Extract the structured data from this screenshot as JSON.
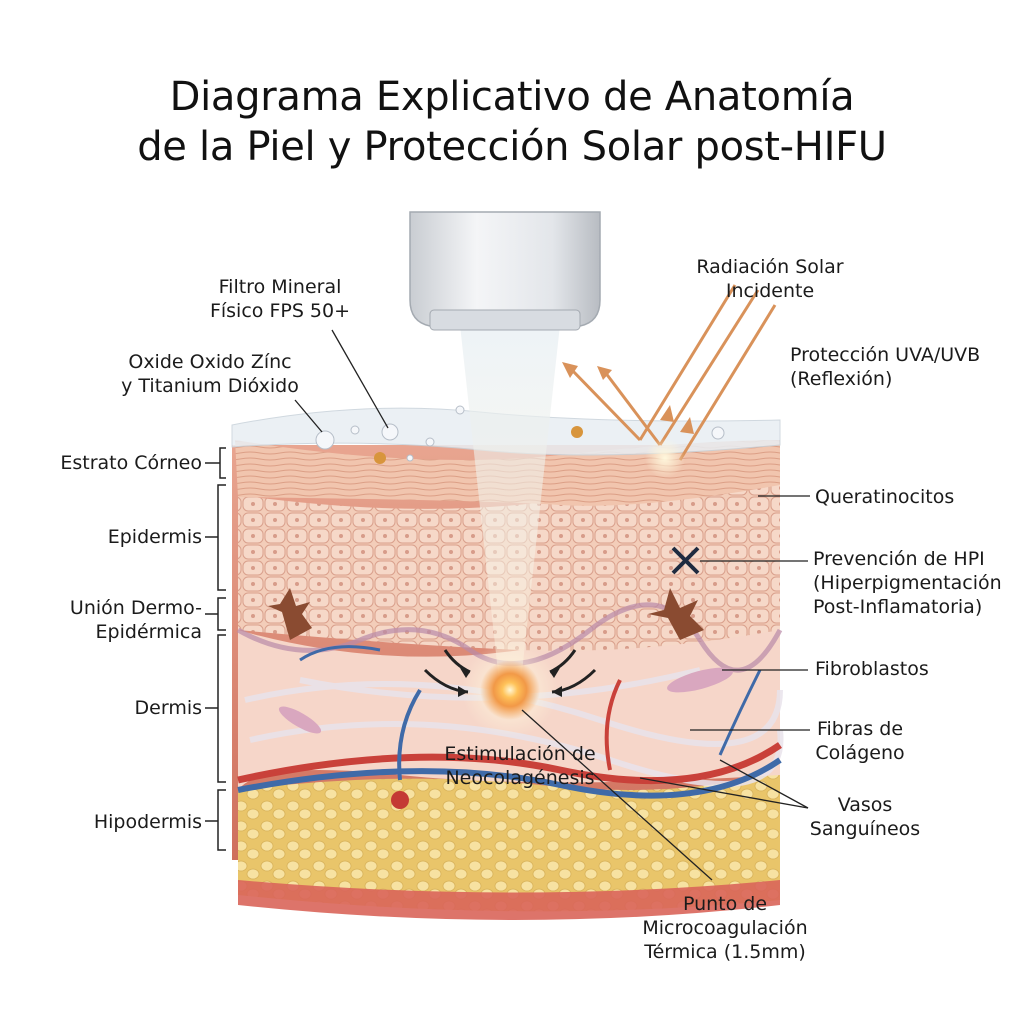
{
  "title": {
    "line1": "Diagrama Explicativo de Anatomía",
    "line2": "de la Piel y Protección Solar post-HIFU"
  },
  "labels": {
    "filtro_mineral": {
      "line1": "Filtro Mineral",
      "line2": "Físico FPS 50+"
    },
    "oxido": {
      "line1": "Oxide Oxido Zínc",
      "line2": "y Titanium Dióxido"
    },
    "radiacion": {
      "line1": "Radiación Solar",
      "line2": "Incidente"
    },
    "proteccion": {
      "line1": "Protección UVA/UVB",
      "line2": "(Reflexión)"
    },
    "estrato": "Estrato Córneo",
    "epidermis": "Epidermis",
    "union": {
      "line1": "Unión Dermo-",
      "line2": "Epidérmica"
    },
    "dermis": "Dermis",
    "hipodermis": "Hipodermis",
    "queratinocitos": "Queratinocitos",
    "prevencion": {
      "line1": "Prevención de HPI",
      "line2": "(Hiperpigmentación",
      "line3": "Post-Inflamatoria)"
    },
    "fibroblastos": "Fibroblastos",
    "fibras": {
      "line1": "Fibras de",
      "line2": "Colágeno"
    },
    "vasos": {
      "line1": "Vasos",
      "line2": "Sanguíneos"
    },
    "estimulacion": {
      "line1": "Estimulación de",
      "line2": "Neocolagénesis"
    },
    "punto": {
      "line1": "Punto de",
      "line2": "Microcoagulación",
      "line3": "Térmica (1.5mm)"
    }
  },
  "colors": {
    "epidermis": "#f2c4ae",
    "dermis": "#f6d6c9",
    "hypodermis_fat": "#f1d584",
    "artery": "#c9413a",
    "vein": "#3f6aa8",
    "sun_ray": "#d9925a",
    "hifu_focus": "#f08a2e"
  }
}
